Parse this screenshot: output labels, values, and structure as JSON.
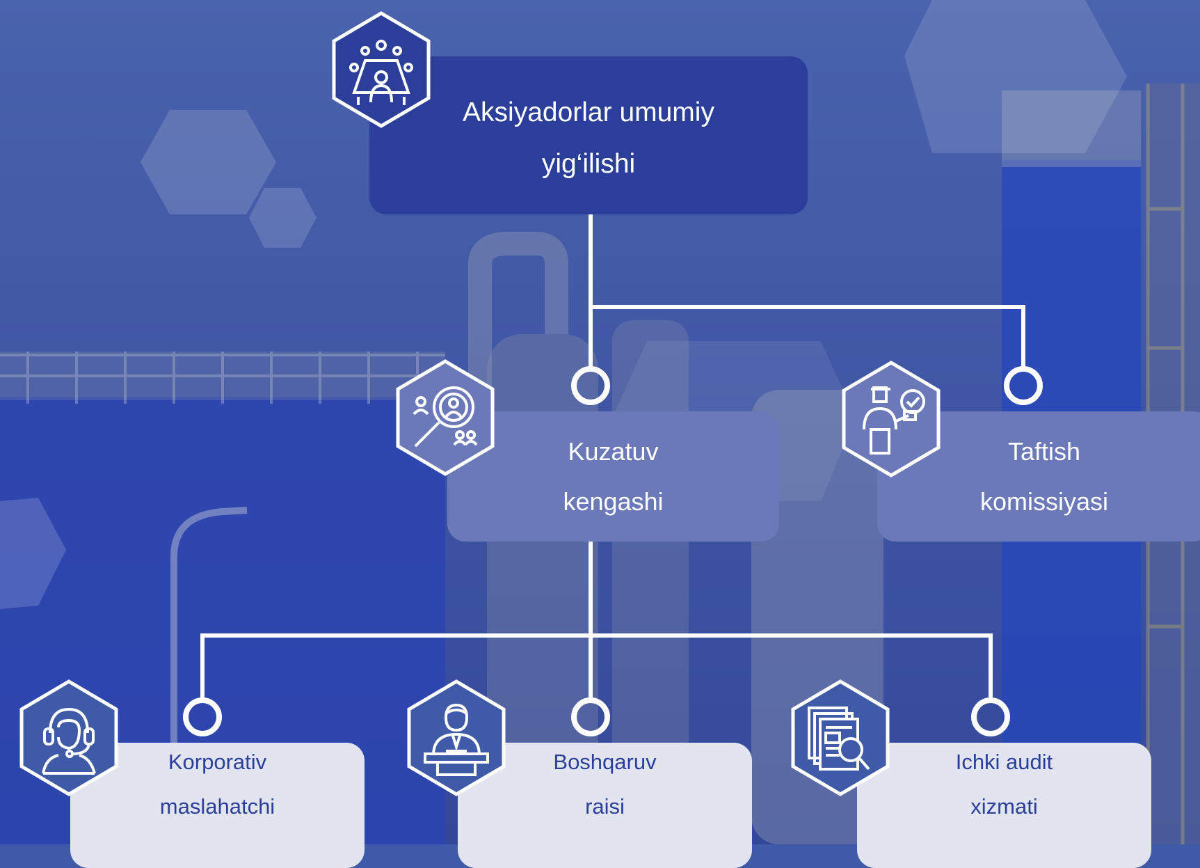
{
  "nodes": {
    "top": {
      "line1": "Aksiyadorlar umumiy",
      "line2": "yig‘ilishi",
      "icon": "boardroom-meeting-icon"
    },
    "kuzatuv": {
      "line1": "Kuzatuv",
      "line2": "kengashi",
      "icon": "people-magnifier-icon"
    },
    "taftish": {
      "line1": "Taftish",
      "line2": "komissiyasi",
      "icon": "inspector-checkmark-icon"
    },
    "korporativ": {
      "line1": "Korporativ",
      "line2": "maslahatchi",
      "icon": "headset-advisor-icon"
    },
    "boshqaruv": {
      "line1": "Boshqaruv",
      "line2": "raisi",
      "icon": "chairman-desk-icon"
    },
    "ichki": {
      "line1": "Ichki audit",
      "line2": "xizmati",
      "icon": "document-search-icon"
    }
  },
  "colors": {
    "top_box": "#2b3f9a",
    "mid_box": "#6c79b8",
    "low_box": "#e2e5ef",
    "low_text": "#2b3f9a",
    "connector": "#ffffff"
  }
}
